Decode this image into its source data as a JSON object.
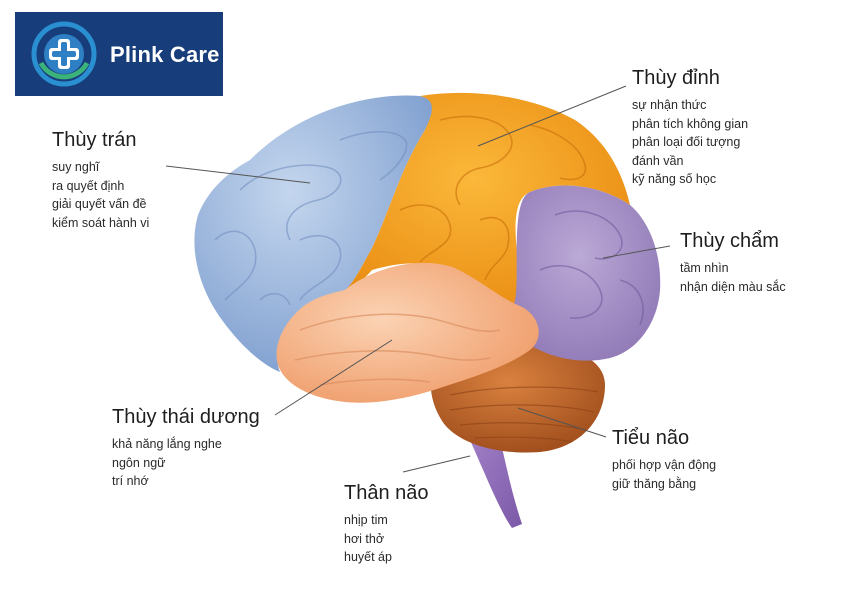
{
  "brand": {
    "name": "Plink Care"
  },
  "lobes": [
    {
      "id": "frontal",
      "title": "Thùy trán",
      "functions": [
        "suy nghĩ",
        "ra quyết định",
        "giải quyết vấn đề",
        "kiểm soát hành vi"
      ]
    },
    {
      "id": "parietal",
      "title": "Thùy đỉnh",
      "functions": [
        "sự nhận thức",
        "phân tích không gian",
        "phân loại đối tượng",
        "đánh vần",
        "kỹ năng số học"
      ]
    },
    {
      "id": "occipital",
      "title": "Thùy chẩm",
      "functions": [
        "tầm nhìn",
        "nhận diện màu sắc"
      ]
    },
    {
      "id": "temporal",
      "title": "Thùy thái dương",
      "functions": [
        "khả năng lắng nghe",
        "ngôn ngữ",
        "trí nhớ"
      ]
    },
    {
      "id": "cerebellum",
      "title": "Tiểu não",
      "functions": [
        "phối hợp vận động",
        "giữ thăng bằng"
      ]
    },
    {
      "id": "brainstem",
      "title": "Thân não",
      "functions": [
        "nhịp tim",
        "hơi thở",
        "huyết áp"
      ]
    }
  ],
  "colors": {
    "frontal": "#9fbbe0",
    "parietal": "#f4a01c",
    "occipital": "#a792c7",
    "temporal": "#f5b890",
    "cerebellum": "#c5662a",
    "brainstem": "#9a74c0",
    "logo_bg": "#173d7a"
  }
}
